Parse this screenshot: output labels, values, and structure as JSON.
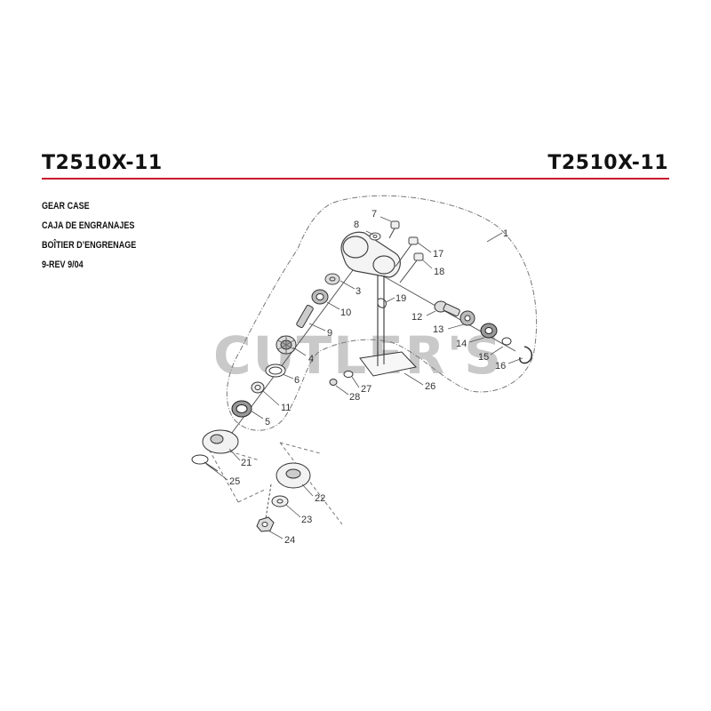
{
  "header": {
    "model_left": "T2510X-11",
    "model_right": "T2510X-11",
    "accent_color": "#c8102e"
  },
  "section": {
    "title_en": "GEAR CASE",
    "title_es": "CAJA DE ENGRANAJES",
    "title_fr": "BOÎTIER D’ENGRENAGE",
    "revision": "9-REV 9/04"
  },
  "watermark": "CUTLER'S",
  "callouts": {
    "p1": "1",
    "p3": "3",
    "p4": "4",
    "p5": "5",
    "p6": "6",
    "p7": "7",
    "p8": "8",
    "p9": "9",
    "p10": "10",
    "p11": "11",
    "p12": "12",
    "p13": "13",
    "p14": "14",
    "p15": "15",
    "p16": "16",
    "p17": "17",
    "p18": "18",
    "p19": "19",
    "p21": "21",
    "p22": "22",
    "p23": "23",
    "p24": "24",
    "p25": "25",
    "p26": "26",
    "p27": "27",
    "p28": "28"
  }
}
